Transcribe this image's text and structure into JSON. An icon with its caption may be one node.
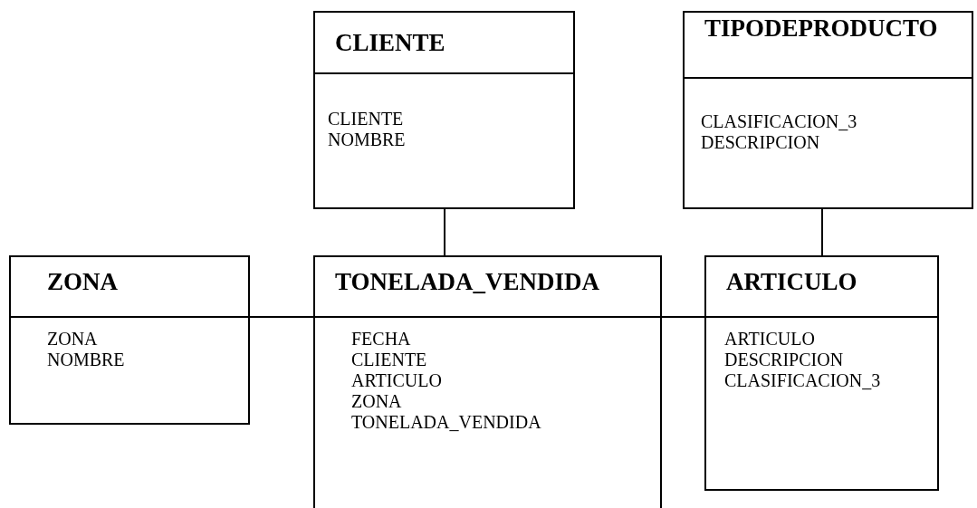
{
  "diagram": {
    "nodes": [
      {
        "text": [
          "CLIENTE",
          "CLIENTE",
          "NOMBRE"
        ]
      },
      {
        "text": [
          "TIPODEPRODUCTO",
          "CLASIFICACION_3",
          "DESCRIPCION"
        ]
      },
      {
        "text": [
          "ZONA",
          "ZONA",
          "NOMBRE"
        ]
      },
      {
        "text": [
          "TONELADA_VENDIDA",
          "FECHA",
          "CLIENTE",
          "ARTICULO",
          "ZONA",
          "TONELADA_VENDIDA"
        ]
      },
      {
        "text": [
          "ARTICULO",
          "ARTICULO",
          "DESCRIPCION",
          "CLASIFICACION_3"
        ]
      }
    ],
    "edges": [
      {
        "from": 0,
        "to": 3,
        "arrow": "none"
      },
      {
        "from": 1,
        "to": 4,
        "arrow": "none"
      },
      {
        "from": 2,
        "to": 3,
        "arrow": "none"
      },
      {
        "from": 3,
        "to": 4,
        "arrow": "none"
      }
    ]
  }
}
